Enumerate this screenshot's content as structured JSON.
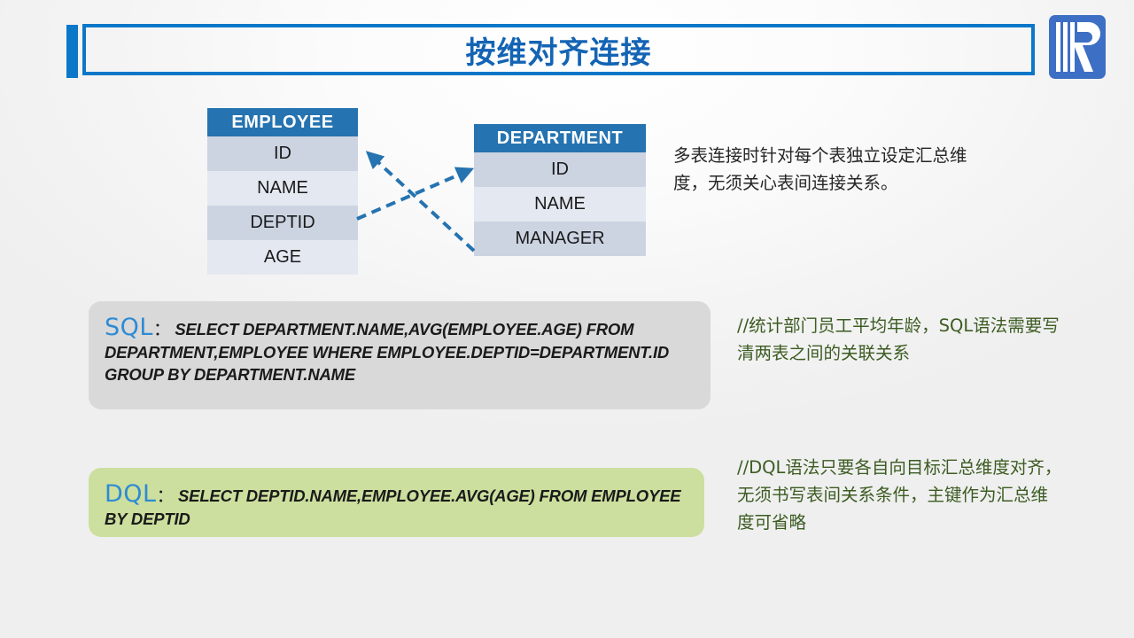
{
  "slide": {
    "title": "按维对齐连接",
    "accent_color": "#0b77c8",
    "title_color": "#1464b4",
    "logo_name": "raqsoft-r-logo"
  },
  "tables": [
    {
      "name": "EMPLOYEE",
      "header": "EMPLOYEE",
      "rows": [
        "ID",
        "NAME",
        "DEPTID",
        "AGE"
      ]
    },
    {
      "name": "DEPARTMENT",
      "header": "DEPARTMENT",
      "rows": [
        "ID",
        "NAME",
        "MANAGER"
      ]
    }
  ],
  "tables_note": "多表连接时针对每个表独立设定汇总维度，无须关心表间连接关系。",
  "queries": [
    {
      "lang": "SQL",
      "colon": "：",
      "text": "SELECT DEPARTMENT.NAME,AVG(EMPLOYEE.AGE) FROM DEPARTMENT,EMPLOYEE WHERE EMPLOYEE.DEPTID=DEPARTMENT.ID GROUP BY DEPARTMENT.NAME",
      "background": "#d9d9d9"
    },
    {
      "lang": "DQL",
      "colon": "：",
      "text": "SELECT DEPTID.NAME,EMPLOYEE.AVG(AGE) FROM EMPLOYEE BY DEPTID",
      "background": "#ccdf9e"
    }
  ],
  "comments": {
    "sql": "//统计部门员工平均年龄，SQL语法需要写清两表之间的关联关系",
    "dql": "//DQL语法只要各自向目标汇总维度对齐，无须书写表间关系条件，主键作为汇总维度可省略",
    "color": "#3c5c22"
  },
  "arrows": {
    "color": "#2573b0",
    "items": [
      {
        "from": "department-id",
        "to": "employee-id",
        "style": "dashed"
      },
      {
        "from": "employee-deptid",
        "to": "department-id",
        "style": "dashed"
      }
    ]
  }
}
